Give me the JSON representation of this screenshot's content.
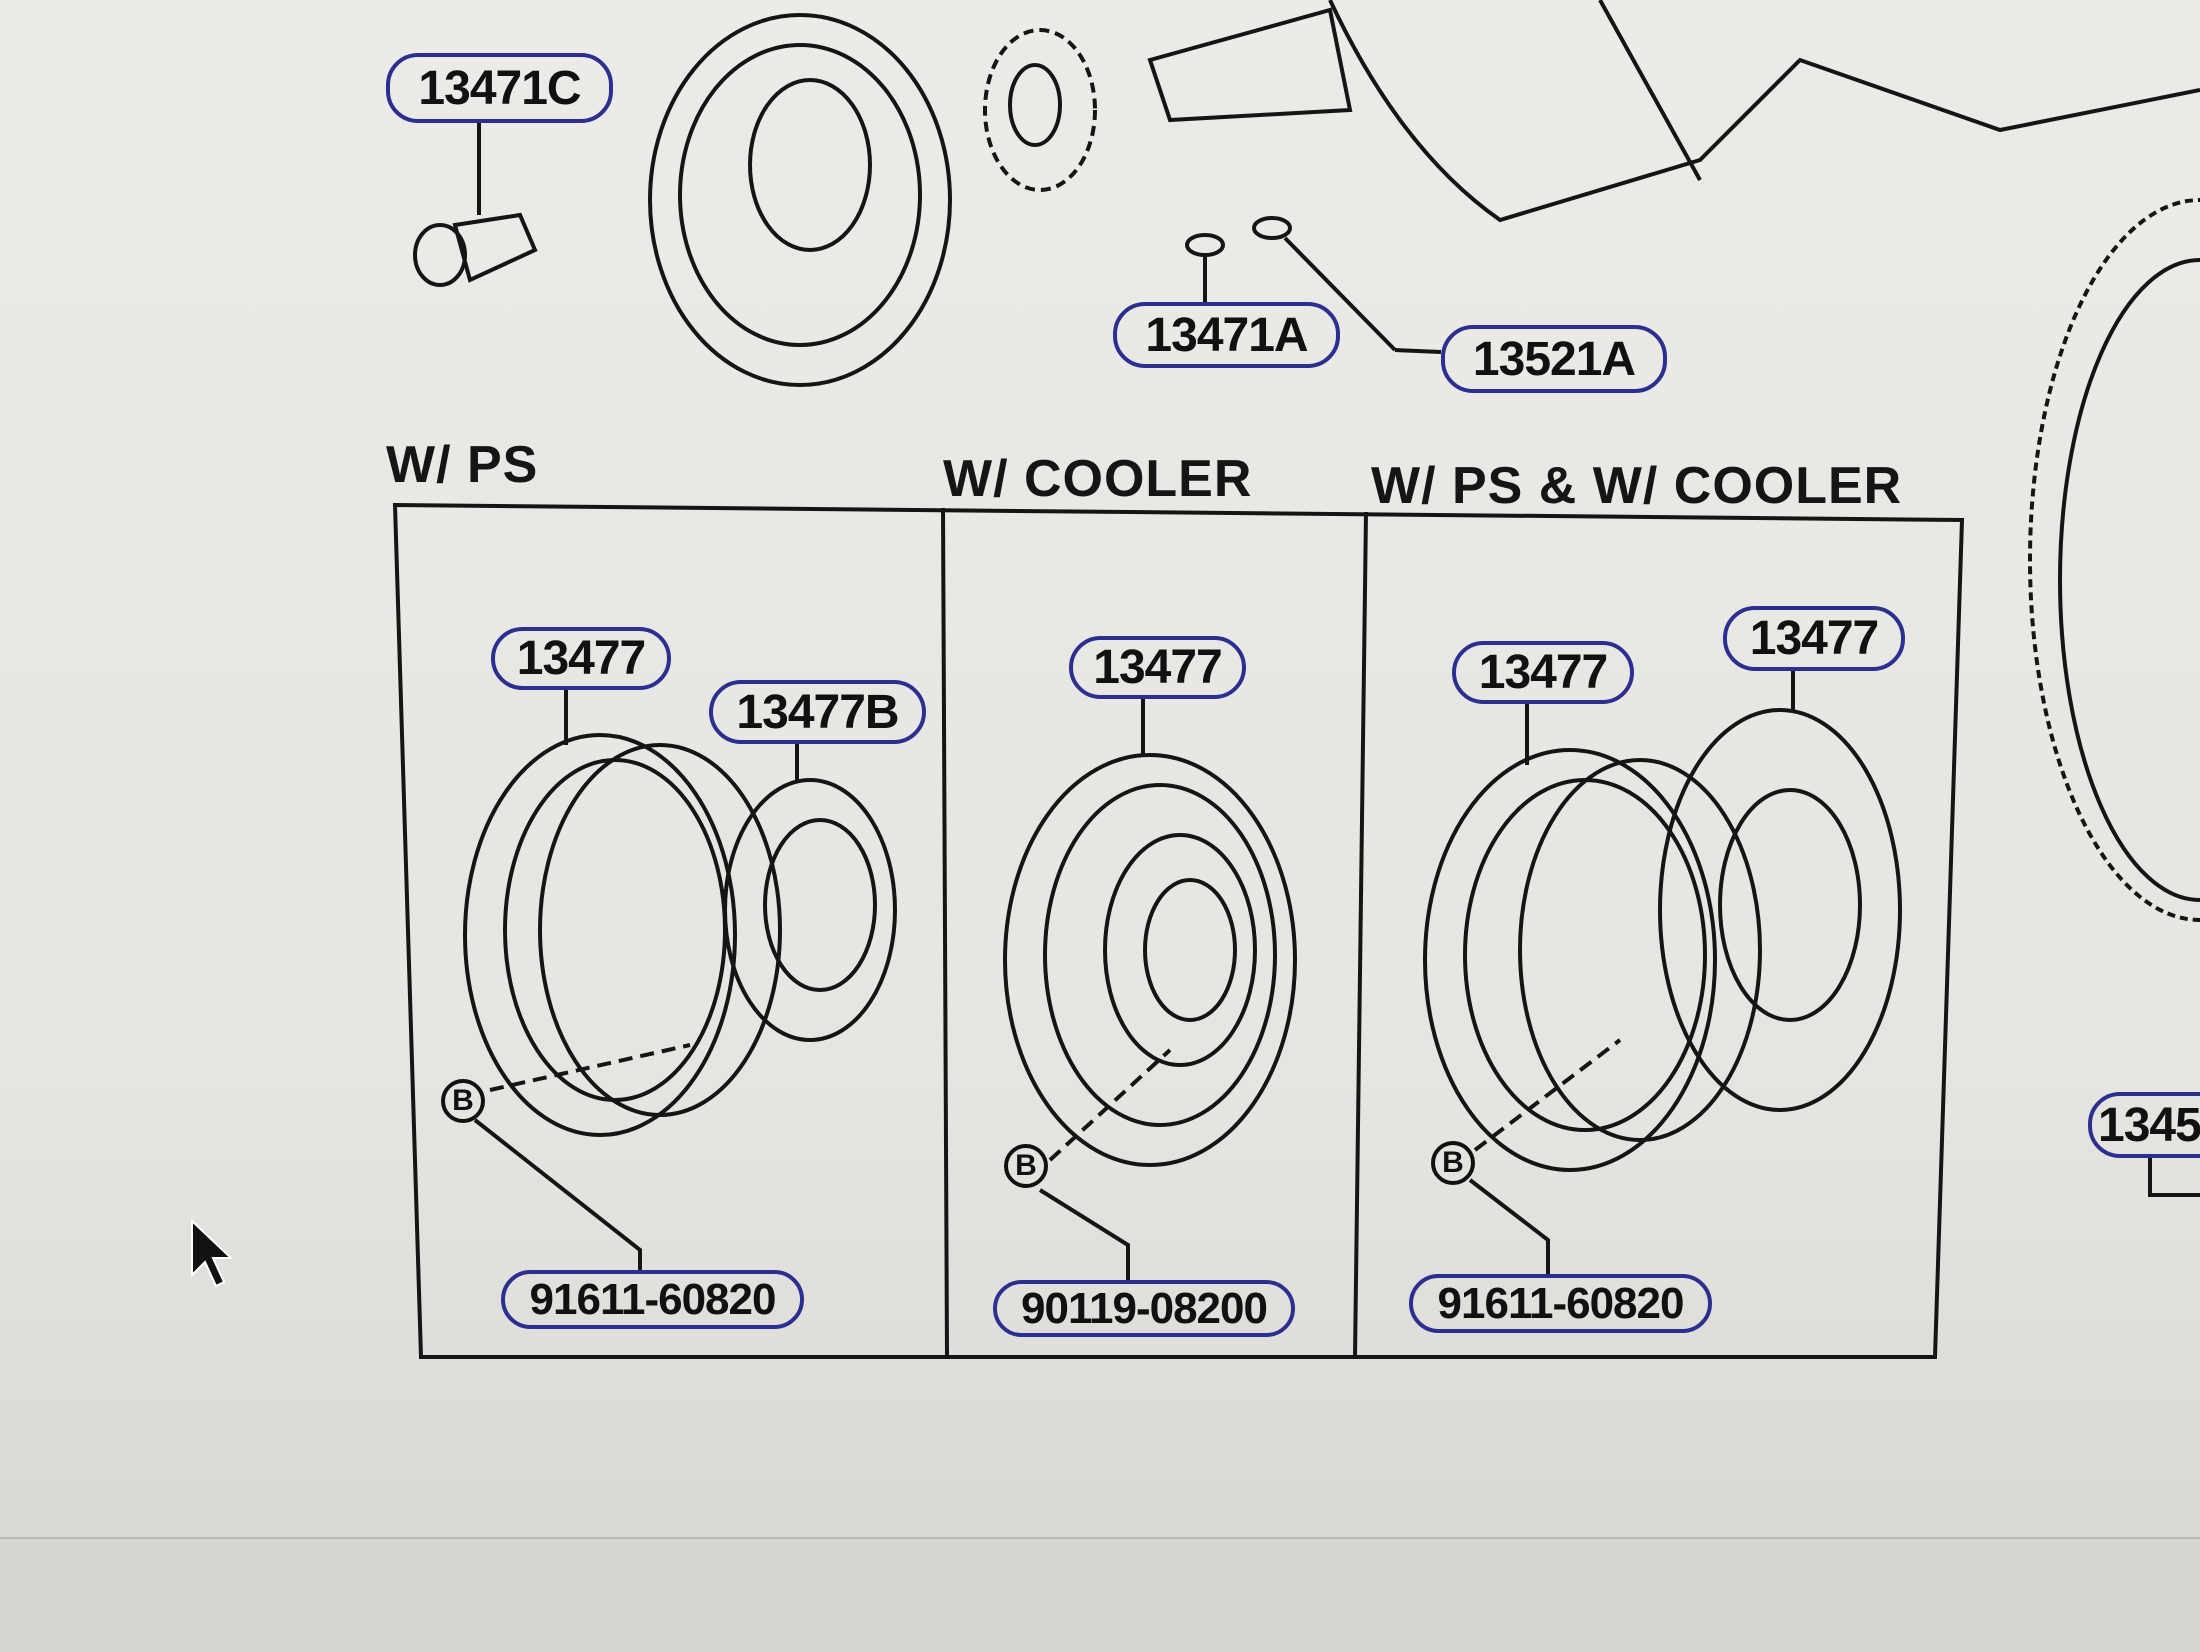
{
  "diagram": {
    "top_callouts": [
      "13471C",
      "13471A",
      "13521A"
    ],
    "partial_callout": "1345",
    "sections": [
      {
        "heading": "W/ PS",
        "callouts": [
          "13477",
          "13477B"
        ],
        "marker": "B",
        "bolt": "91611-60820"
      },
      {
        "heading": "W/ COOLER",
        "callouts": [
          "13477"
        ],
        "marker": "B",
        "bolt": "90119-08200"
      },
      {
        "heading": "W/ PS & W/ COOLER",
        "callouts": [
          "13477",
          "13477"
        ],
        "marker": "B",
        "bolt": "91611-60820"
      }
    ]
  },
  "colors": {
    "callout_border": "#2b2f8f",
    "line": "#151515"
  }
}
